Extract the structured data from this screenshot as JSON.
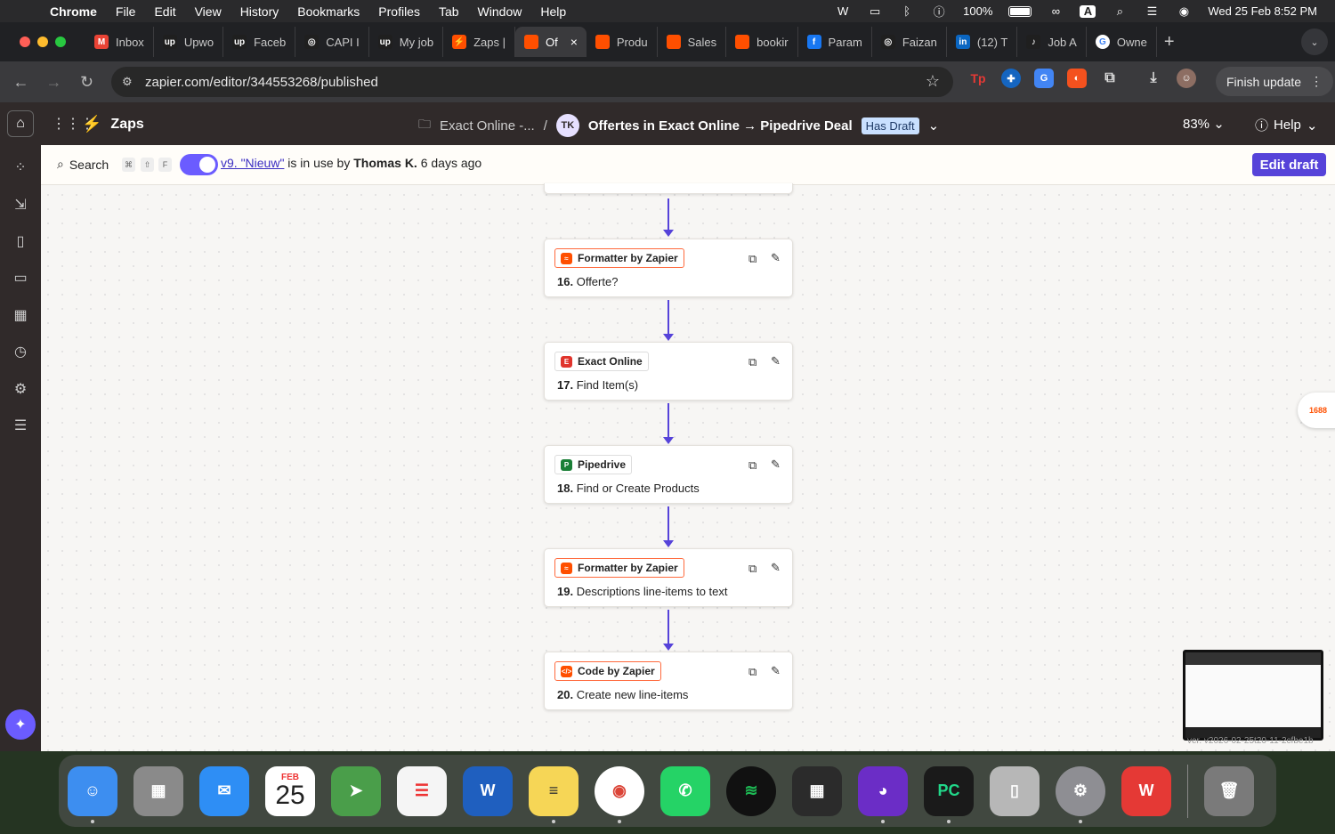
{
  "menubar": {
    "app": "Chrome",
    "items": [
      "File",
      "Edit",
      "View",
      "History",
      "Bookmarks",
      "Profiles",
      "Tab",
      "Window",
      "Help"
    ],
    "battery": "100%",
    "datetime": "Wed 25 Feb  8:52 PM"
  },
  "tabs": [
    {
      "label": "Inbox",
      "icon": "gmail-icon",
      "color": "#ea4335",
      "glyph": "M"
    },
    {
      "label": "Upwo",
      "icon": "upwork-icon",
      "color": "#1f1f1f",
      "glyph": "up"
    },
    {
      "label": "Faceb",
      "icon": "upwork-icon",
      "color": "#1f1f1f",
      "glyph": "up"
    },
    {
      "label": "CAPI I",
      "icon": "openai-icon",
      "color": "#1f1f1f",
      "glyph": "◎"
    },
    {
      "label": "My job",
      "icon": "upwork-icon",
      "color": "#1f1f1f",
      "glyph": "up"
    },
    {
      "label": "Zaps |",
      "icon": "zapier-icon",
      "color": "#ff4f00",
      "glyph": "⚡"
    },
    {
      "label": "Of",
      "icon": "zapier-square-icon",
      "color": "#ff4f00",
      "glyph": "",
      "active": true
    },
    {
      "label": "Produ",
      "icon": "zapier-square-icon",
      "color": "#ff4f00",
      "glyph": ""
    },
    {
      "label": "Sales",
      "icon": "zapier-square-icon",
      "color": "#ff4f00",
      "glyph": ""
    },
    {
      "label": "bookir",
      "icon": "zapier-square-icon",
      "color": "#ff4f00",
      "glyph": ""
    },
    {
      "label": "Param",
      "icon": "facebook-icon",
      "color": "#1877f2",
      "glyph": "f"
    },
    {
      "label": "Faizan",
      "icon": "openai-icon",
      "color": "#1f1f1f",
      "glyph": "◎"
    },
    {
      "label": "(12) T",
      "icon": "linkedin-icon",
      "color": "#0a66c2",
      "glyph": "in"
    },
    {
      "label": "Job A",
      "icon": "jobs-icon",
      "color": "#1f1f1f",
      "glyph": "♪"
    },
    {
      "label": "Owne",
      "icon": "google-icon",
      "color": "#ffffff",
      "glyph": "G"
    }
  ],
  "address": {
    "url": "zapier.com/editor/344553268/published",
    "finish_update": "Finish update"
  },
  "zapier_header": {
    "section": "Zaps",
    "folder": "Exact Online -...",
    "separator": "/",
    "owner_initials": "TK",
    "zap_title": "Offertes in Exact Online → Pipedrive Deal",
    "draft_badge": "Has Draft",
    "zoom": "83%",
    "help": "Help"
  },
  "subbar": {
    "search_label": "Search",
    "shortcut": [
      "⌘",
      "⇧",
      "F"
    ],
    "version_link": "v9. \"Nieuw\"",
    "version_text": " is in use by ",
    "version_user": "Thomas K.",
    "version_when": " 6 days ago",
    "edit_draft": "Edit draft"
  },
  "steps": [
    {
      "app": "Formatter by Zapier",
      "number": "16.",
      "title": "Offerte?",
      "logo_color": "#ff4f00",
      "logo_glyph": "≈",
      "chip": "orange"
    },
    {
      "app": "Exact Online",
      "number": "17.",
      "title": "Find Item(s)",
      "logo_color": "#e0342c",
      "logo_glyph": "E",
      "chip": "plain"
    },
    {
      "app": "Pipedrive",
      "number": "18.",
      "title": "Find or Create Products",
      "logo_color": "#1a7f37",
      "logo_glyph": "P",
      "chip": "plain"
    },
    {
      "app": "Formatter by Zapier",
      "number": "19.",
      "title": "Descriptions line-items to text",
      "logo_color": "#ff4f00",
      "logo_glyph": "≈",
      "chip": "orange"
    },
    {
      "app": "Code by Zapier",
      "number": "20.",
      "title": "Create new line-items",
      "logo_color": "#ff4f00",
      "logo_glyph": "</>",
      "chip": "orange"
    }
  ],
  "overlay": {
    "ali_badge": "1688",
    "version_stamp": "ver. v2026-02-25t20-11-2cfbe1b"
  },
  "dock": {
    "calendar_month": "FEB",
    "calendar_day": "25"
  },
  "colors": {
    "accent": "#5643d9",
    "zapier_orange": "#ff4f00",
    "header_bg": "#302a2a",
    "canvas_bg": "#f7f6f4"
  }
}
